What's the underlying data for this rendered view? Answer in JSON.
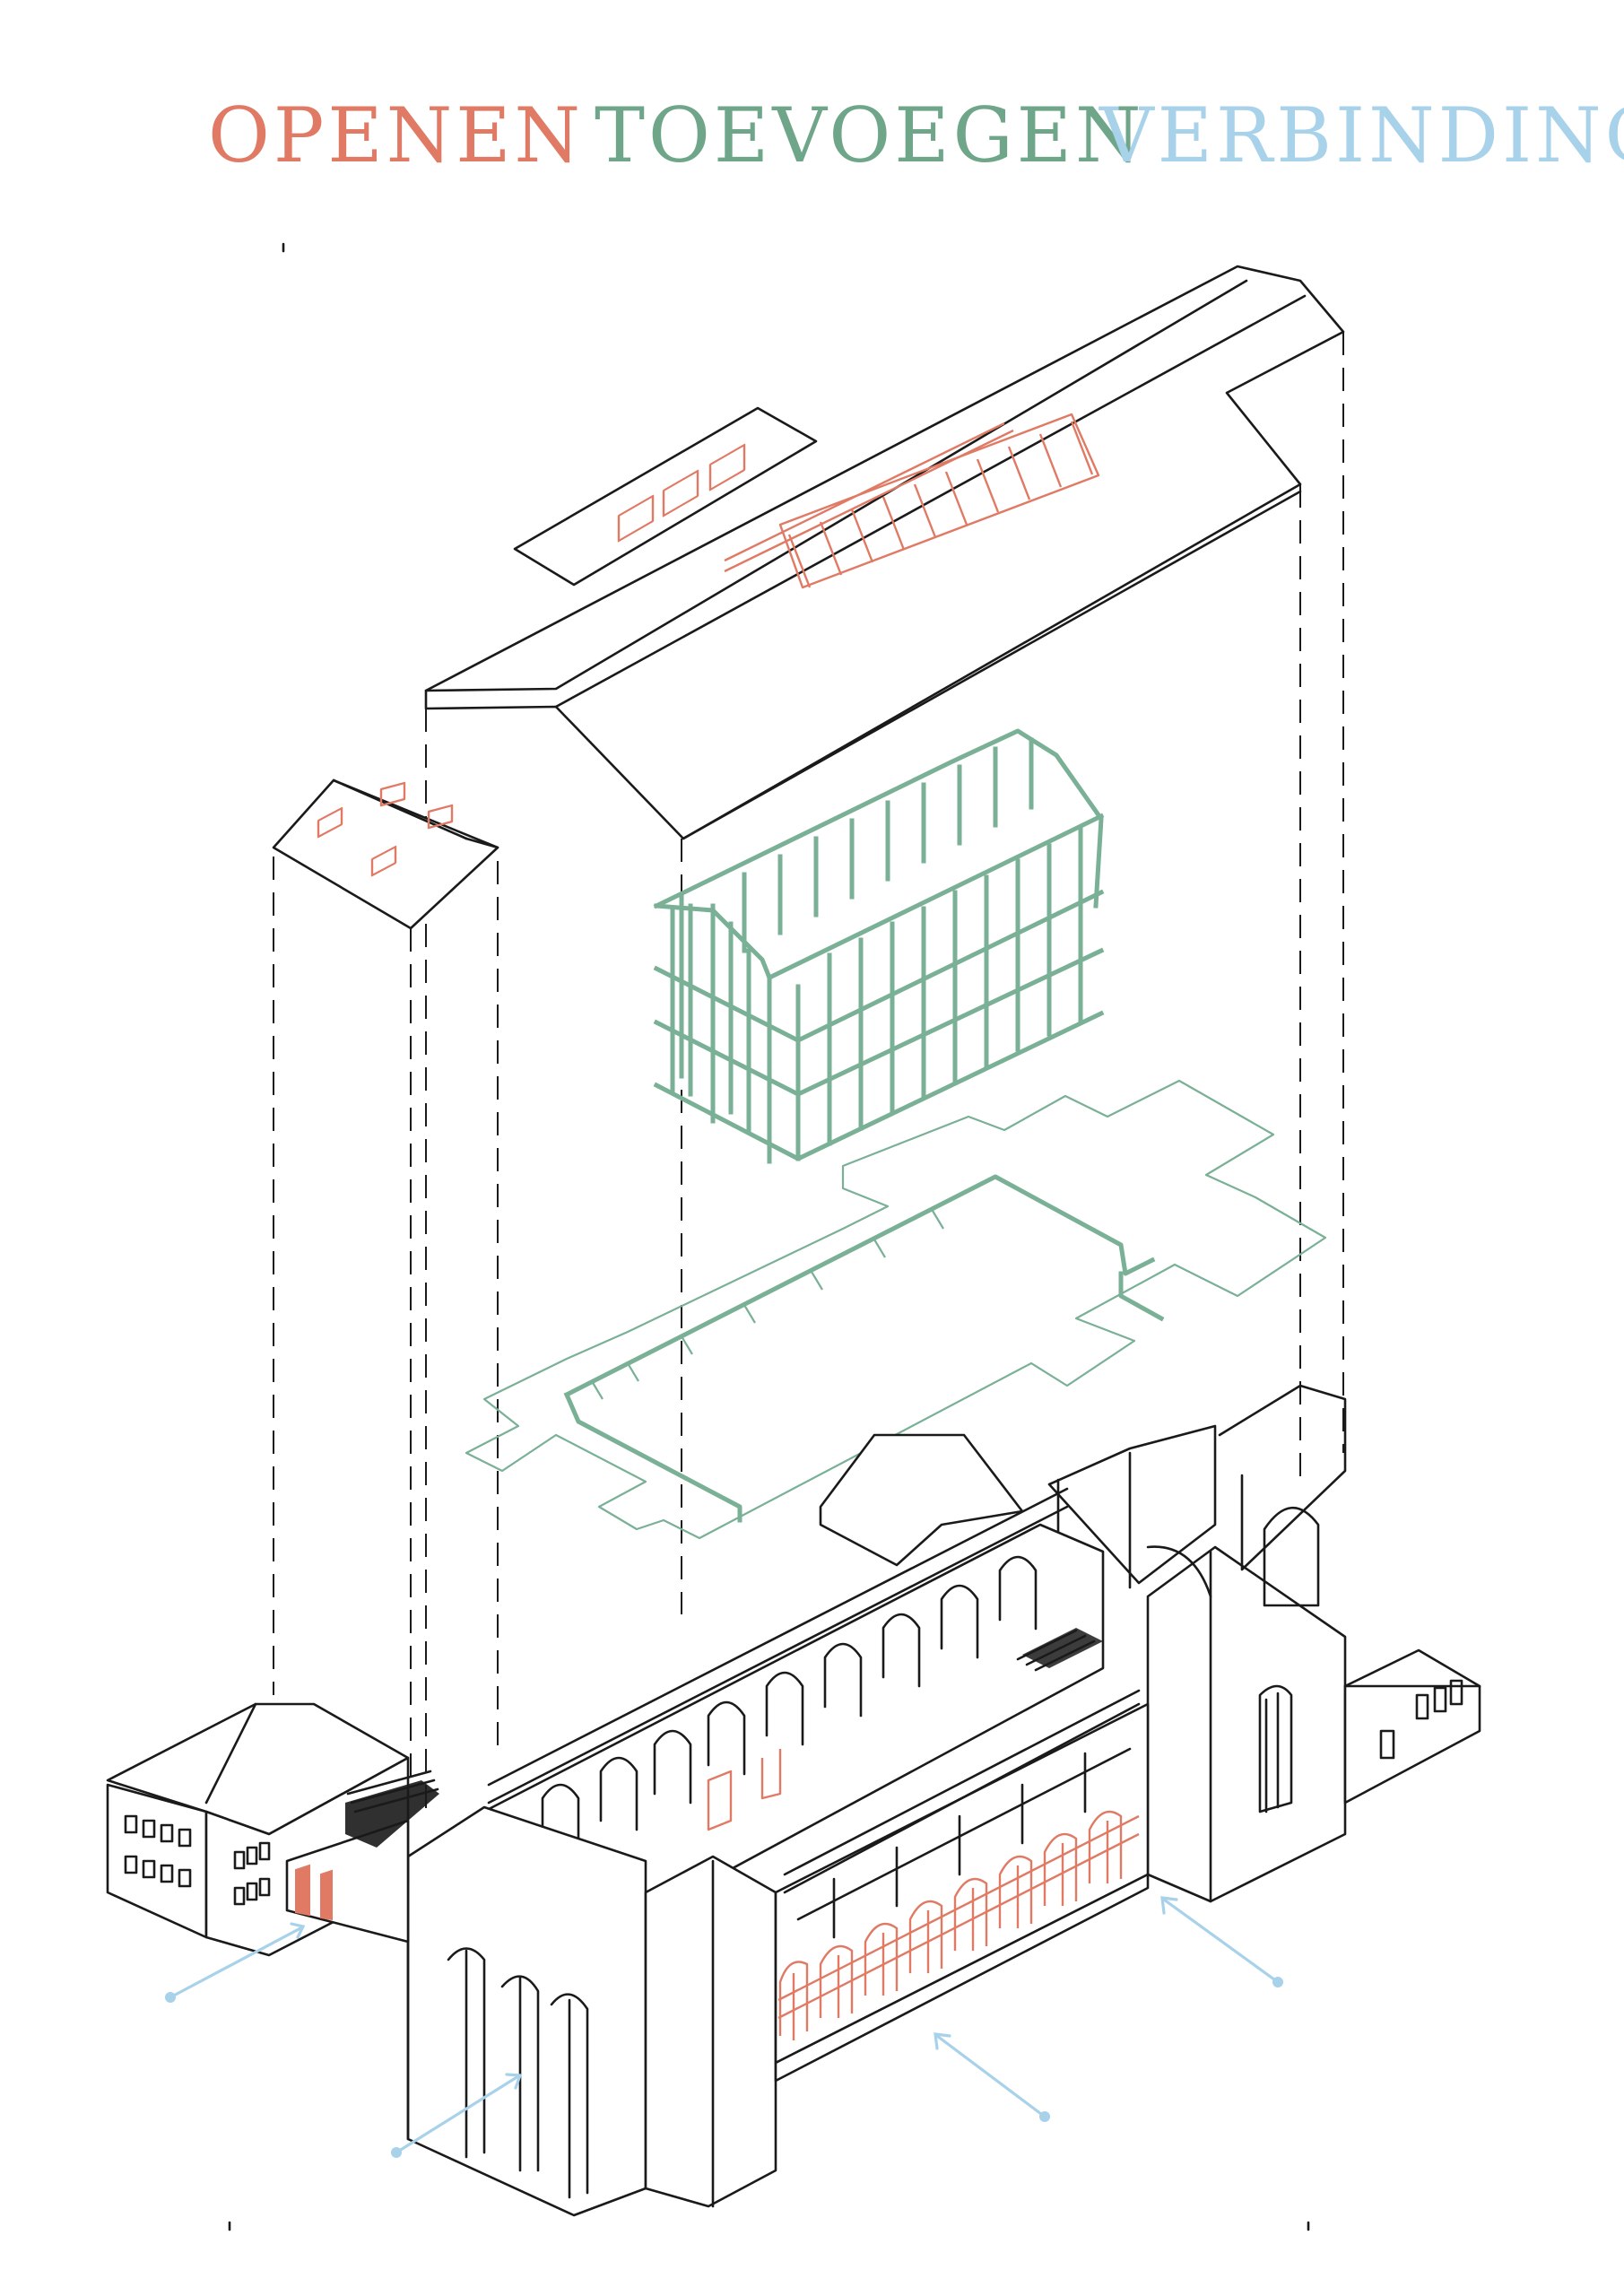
{
  "headings": {
    "open": {
      "label": "OPENEN",
      "color": "#e07a64"
    },
    "add": {
      "label": "TOEVOEGEN",
      "color": "#6fa68a"
    },
    "connect": {
      "label": "VERBINDING",
      "color": "#a8d1ea"
    }
  },
  "colors": {
    "line": "#1a1a1a",
    "opening": "#e07a64",
    "addition": "#7ab096",
    "connection": "#a8d1ea",
    "background": "#ffffff"
  }
}
